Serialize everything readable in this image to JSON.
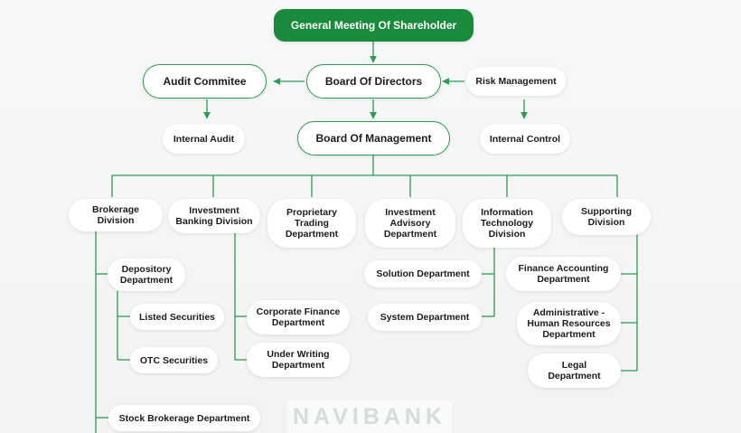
{
  "nodes": {
    "shareholders": "General Meeting Of Shareholder",
    "audit_committee": "Audit Commitee",
    "board_directors": "Board Of Directors",
    "risk_management": "Risk Management",
    "internal_audit": "Internal Audit",
    "board_management": "Board Of Management",
    "internal_control": "Internal Control",
    "brokerage_division": "Brokerage Division",
    "investment_banking": "Investment\nBanking Division",
    "proprietary_trading": "Proprietary\nTrading\nDepartment",
    "investment_advisory": "Investment\nAdvisory\nDepartment",
    "information_technology": "Information\nTechnology\nDivision",
    "supporting_division": "Supporting\nDivision",
    "depository_department": "Depository\nDepartment",
    "listed_securities": "Listed Securities",
    "otc_securities": "OTC Securities",
    "stock_brokerage": "Stock Brokerage Department",
    "corporate_finance": "Corporate Finance\nDepartment",
    "under_writing": "Under Writing\nDepartment",
    "solution_department": "Solution Department",
    "system_department": "System Department",
    "finance_accounting": "Finance Accounting\nDepartment",
    "administrative_hr": "Administrative -\nHuman Resources\nDepartment",
    "legal_department": "Legal\nDepartment"
  },
  "watermark": "NAVIBANK",
  "colors": {
    "primary_green": "#1a8a3c",
    "line_green": "#2d9a52",
    "node_background": "#ffffff",
    "text": "#1c1c1c"
  }
}
